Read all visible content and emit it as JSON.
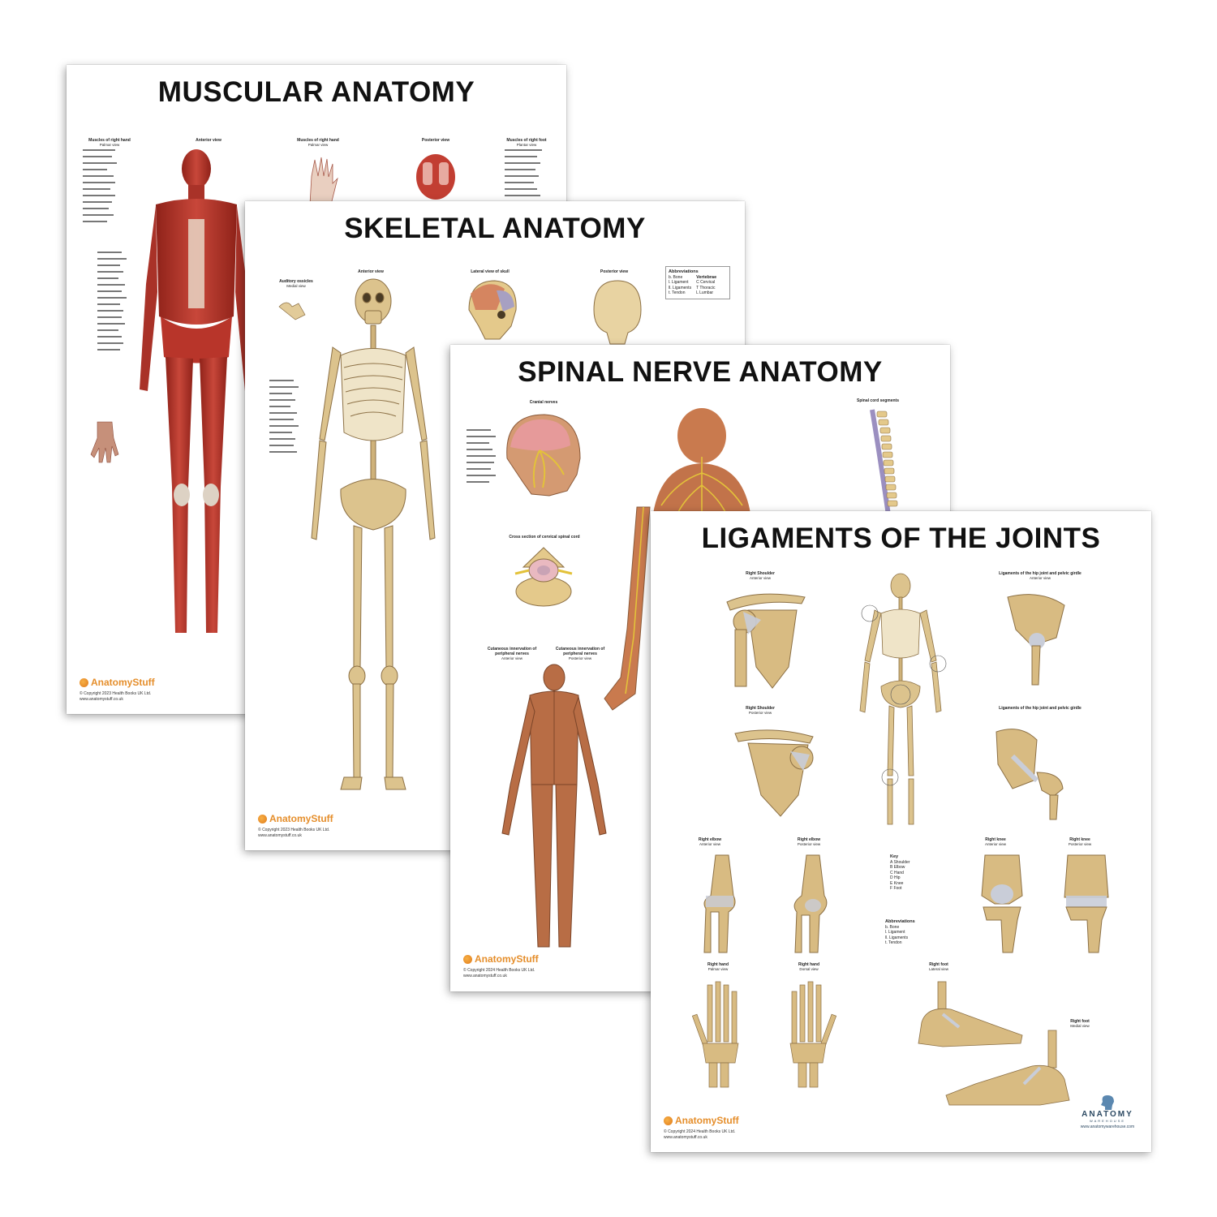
{
  "posters": {
    "muscular": {
      "title": "MUSCULAR ANATOMY",
      "captions": {
        "hand_left": "Muscles of right hand",
        "hand_left_sub": "Palmar view",
        "anterior": "Anterior view",
        "hand_right": "Muscles of right hand",
        "hand_right_sub": "Palmar view",
        "posterior": "Posterior view",
        "foot": "Muscles of right foot",
        "foot_sub": "Plantar view"
      },
      "brand": "AnatomyStuff",
      "copyright": "© Copyright 2023 Health Books UK Ltd.",
      "website": "www.anatomystuff.co.uk"
    },
    "skeletal": {
      "title": "SKELETAL ANATOMY",
      "captions": {
        "anterior": "Anterior view",
        "ossicles": "Auditory ossicles",
        "ossicles_sub": "Medial view",
        "skull": "Lateral view of skull",
        "posterior": "Posterior view"
      },
      "abbreviations": {
        "title": "Abbreviations",
        "items": [
          "b. Bone",
          "l. Ligament",
          "ll. Ligaments",
          "t. Tendon"
        ],
        "vertebrae_title": "Vertebrae",
        "vertebrae": [
          "C Cervical",
          "T Thoracic",
          "L Lumbar"
        ]
      },
      "brand": "AnatomyStuff",
      "copyright": "© Copyright 2023 Health Books UK Ltd.",
      "website": "www.anatomystuff.co.uk"
    },
    "spinal": {
      "title": "SPINAL NERVE ANATOMY",
      "captions": {
        "cranial": "Cranial nerves",
        "segments": "Spinal cord segments",
        "cross_section": "Cross section of cervical spinal cord",
        "cutaneous_ant": "Cutaneous innervation of peripheral nerves",
        "cutaneous_ant_sub": "Anterior view",
        "cutaneous_post": "Cutaneous innervation of peripheral nerves",
        "cutaneous_post_sub": "Posterior view"
      },
      "brand": "AnatomyStuff",
      "copyright": "© Copyright 2024 Health Books UK Ltd.",
      "website": "www.anatomystuff.co.uk"
    },
    "ligaments": {
      "title": "LIGAMENTS OF THE JOINTS",
      "captions": {
        "shoulder_ant": "Right Shoulder",
        "shoulder_ant_sub": "Anterior view",
        "hip_ant": "Ligaments of the hip joint and pelvic girdle",
        "hip_ant_sub": "Anterior view",
        "shoulder_post": "Right Shoulder",
        "shoulder_post_sub": "Posterior view",
        "hip_post": "Ligaments of the hip joint and pelvic girdle",
        "elbow_ant": "Right elbow",
        "elbow_ant_sub": "Anterior view",
        "elbow_post": "Right elbow",
        "elbow_post_sub": "Posterior view",
        "knee_ant": "Right knee",
        "knee_ant_sub": "Anterior view",
        "knee_post": "Right knee",
        "knee_post_sub": "Posterior view",
        "hand_palmar": "Right hand",
        "hand_palmar_sub": "Palmar view",
        "hand_dorsal": "Right hand",
        "hand_dorsal_sub": "Dorsal view",
        "foot_lat": "Right foot",
        "foot_lat_sub": "Lateral view",
        "foot_med": "Right foot",
        "foot_med_sub": "Medial view"
      },
      "key": {
        "title": "Key",
        "items": [
          "A Shoulder",
          "B Elbow",
          "C Hand",
          "D Hip",
          "E Knee",
          "F Foot"
        ]
      },
      "abbreviations": {
        "title": "Abbreviations",
        "items": [
          "b. Bone",
          "l. Ligament",
          "ll. Ligaments",
          "t. Tendon"
        ]
      },
      "brand": "AnatomyStuff",
      "copyright": "© Copyright 2024 Health Books UK Ltd.",
      "website": "www.anatomystuff.co.uk",
      "warehouse": {
        "name": "ANATOMY",
        "sub": "WAREHOUSE",
        "url": "www.anatomywarehouse.com"
      }
    }
  },
  "colors": {
    "muscle": "#b8352a",
    "bone": "#d9c08a",
    "skin": "#b86d45",
    "nerve": "#e3c23a",
    "brand_orange": "#e58e2b"
  }
}
